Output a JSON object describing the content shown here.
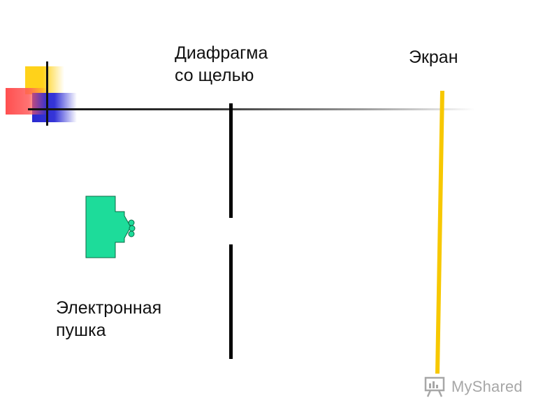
{
  "labels": {
    "diaphragm_line1": "Диафрагма",
    "diaphragm_line2": "со щелью",
    "screen": "Экран",
    "gun_line1": "Электронная",
    "gun_line2": "пушка"
  },
  "watermark": {
    "text": "MyShared"
  },
  "colors": {
    "screen": "#f7c800",
    "diaphragm": "#000000",
    "gun_fill": "#1ddc9a",
    "gun_stroke": "#0b6b45",
    "deco_yellow": "#ffd21a",
    "deco_blue": "#2a2ad0",
    "deco_red": "#ff4a4a"
  },
  "icons": {
    "watermark_logo": "presentation-board-icon"
  }
}
